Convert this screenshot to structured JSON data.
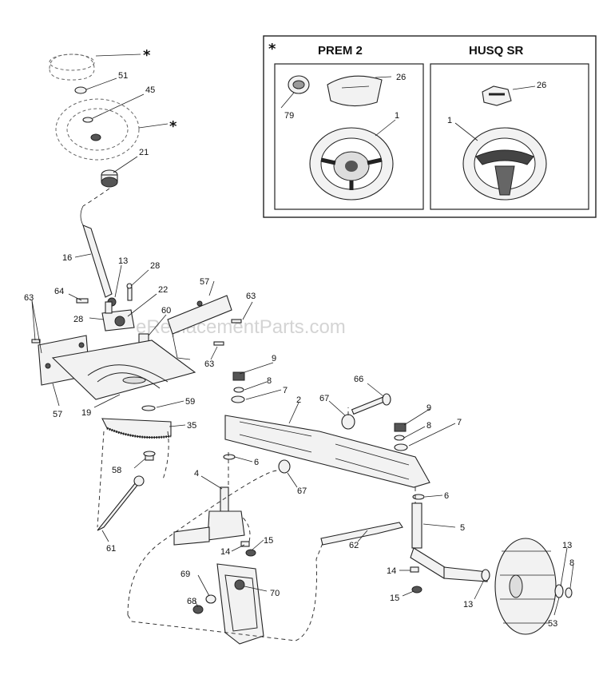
{
  "watermark": "eReplacementParts.com",
  "inset": {
    "marker": "*",
    "left_title": "PREM 2",
    "right_title": "HUSQ SR",
    "left_callouts": [
      "26",
      "79",
      "1"
    ],
    "right_callouts": [
      "26",
      "1"
    ]
  },
  "callouts": {
    "c_star_cap": "*",
    "c_51": "51",
    "c_45": "45",
    "c_star_wheel": "*",
    "c_21": "21",
    "c_16": "16",
    "c_13a": "13",
    "c_28a": "28",
    "c_22": "22",
    "c_57a": "57",
    "c_64": "64",
    "c_63a": "63",
    "c_63b": "63",
    "c_28b": "28",
    "c_60": "60",
    "c_63c": "63",
    "c_57b": "57",
    "c_19": "19",
    "c_59": "59",
    "c_35": "35",
    "c_58": "58",
    "c_61": "61",
    "c_9a": "9",
    "c_8a": "8",
    "c_7a": "7",
    "c_2": "2",
    "c_66": "66",
    "c_67a": "67",
    "c_9b": "9",
    "c_8b": "8",
    "c_7b": "7",
    "c_6a": "6",
    "c_67b": "67",
    "c_4": "4",
    "c_6b": "6",
    "c_5": "5",
    "c_62": "62",
    "c_14a": "14",
    "c_15a": "15",
    "c_69": "69",
    "c_70": "70",
    "c_68": "68",
    "c_14b": "14",
    "c_15b": "15",
    "c_13b": "13",
    "c_8c": "8",
    "c_13c": "13",
    "c_53": "53"
  }
}
